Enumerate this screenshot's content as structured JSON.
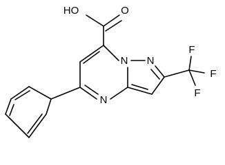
{
  "molecule": {
    "labels": {
      "oh": "HO",
      "carbonyl_o": "O",
      "n_bridge": "N",
      "n_pyrazole": "N",
      "n_pyrimidine": "N",
      "f_top": "F",
      "f_right": "F",
      "f_bottom": "F"
    }
  }
}
